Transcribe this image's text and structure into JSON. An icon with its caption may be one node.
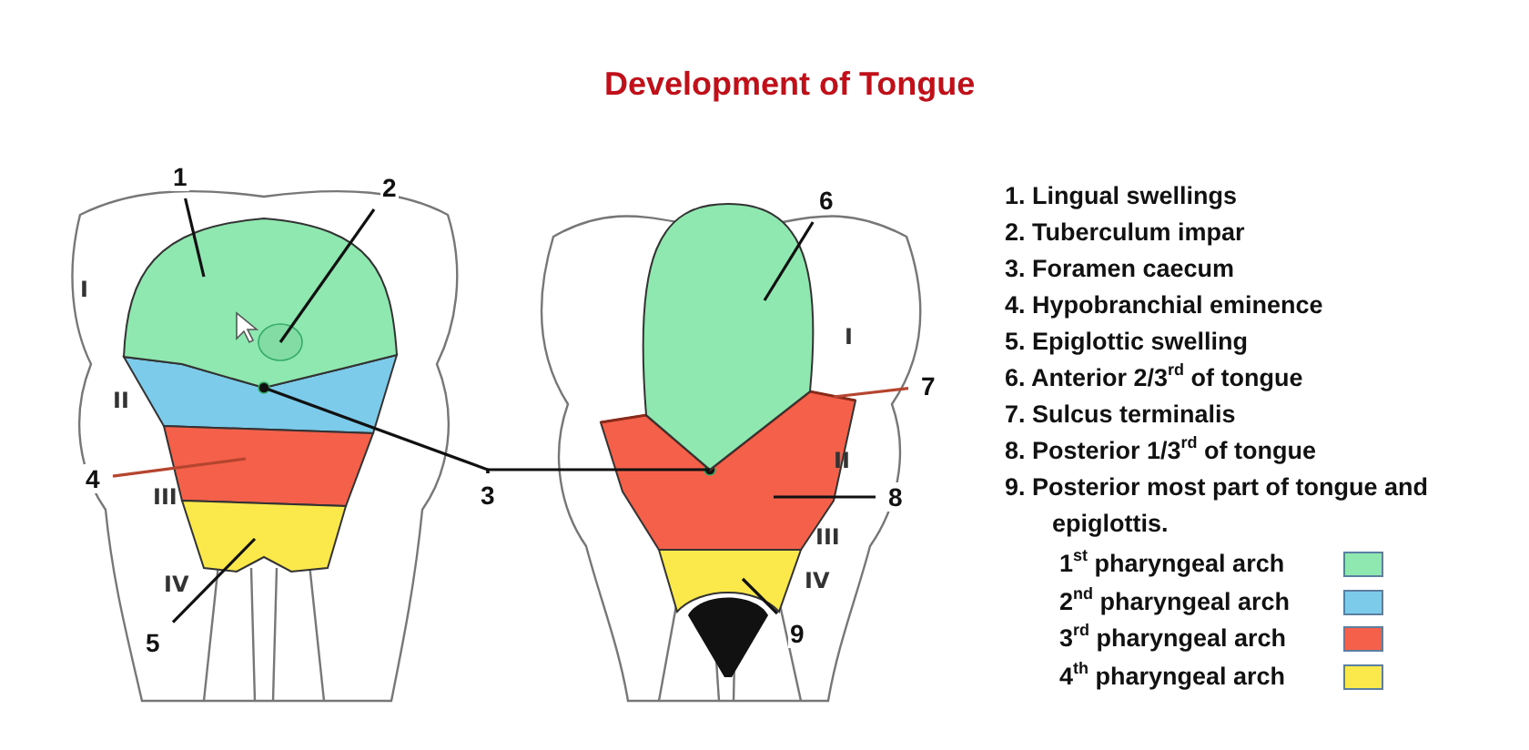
{
  "diagram": {
    "title": "Development of  Tongue",
    "nodes": [
      {
        "text": [
          "1"
        ]
      },
      {
        "text": [
          "2"
        ]
      },
      {
        "text": [
          "3"
        ]
      },
      {
        "text": [
          "4"
        ]
      },
      {
        "text": [
          "5"
        ]
      },
      {
        "text": [
          "6"
        ]
      },
      {
        "text": [
          "7"
        ]
      },
      {
        "text": [
          "8"
        ]
      },
      {
        "text": [
          "9"
        ]
      },
      {
        "text": [],
        "shape": "box"
      },
      {
        "text": [],
        "shape": "circle",
        "in": 9
      },
      {
        "text": [],
        "shape": "circle"
      },
      {
        "text": [],
        "shape": "circle",
        "in": 17
      },
      {
        "text": [],
        "shape": "box"
      },
      {
        "text": [],
        "shape": "box"
      },
      {
        "text": [],
        "shape": "box"
      },
      {
        "text": [],
        "shape": "line"
      },
      {
        "text": [],
        "shape": "box"
      },
      {
        "text": [],
        "shape": "box"
      }
    ],
    "edges": [
      {
        "from": 0,
        "to": 9,
        "arrow": "none"
      },
      {
        "from": 1,
        "to": 10,
        "arrow": "none"
      },
      {
        "from": 2,
        "to": 11,
        "arrow": "none"
      },
      {
        "from": 2,
        "to": 12,
        "arrow": "none"
      },
      {
        "from": 3,
        "to": 13,
        "arrow": "none",
        "color": "#b5452e"
      },
      {
        "from": 4,
        "to": 14,
        "arrow": "none"
      },
      {
        "from": 5,
        "to": 15,
        "arrow": "none"
      },
      {
        "from": 6,
        "to": 16,
        "arrow": "none",
        "color": "#b5452e"
      },
      {
        "from": 7,
        "to": 17,
        "arrow": "none"
      },
      {
        "from": 8,
        "to": 18,
        "arrow": "none"
      }
    ],
    "labels": [
      "I",
      "II",
      "III",
      "IV",
      "I",
      "II",
      "III",
      "IV",
      "1. Lingual swellings",
      "2. Tuberculum impar",
      "3. Foramen caecum",
      "4. Hypobranchial eminence",
      "5. Epiglottic swelling",
      "6. Anterior 2/3$^{rd}$ of tongue",
      "7. Sulcus terminalis",
      "8. Posterior 1/3$^{rd}$ of tongue",
      "9. Posterior most part of tongue and epiglottis."
    ],
    "legend": [
      {
        "text": "1$^{st}$ pharyngeal arch",
        "color": "#8fe8b0"
      },
      {
        "text": "2$^{nd}$ pharyngeal arch",
        "color": "#7dcbeb"
      },
      {
        "text": "3$^{rd}$ pharyngeal arch",
        "color": "#f4604a"
      },
      {
        "text": "4$^{th}$ pharyngeal arch",
        "color": "#fbe84a"
      }
    ]
  }
}
